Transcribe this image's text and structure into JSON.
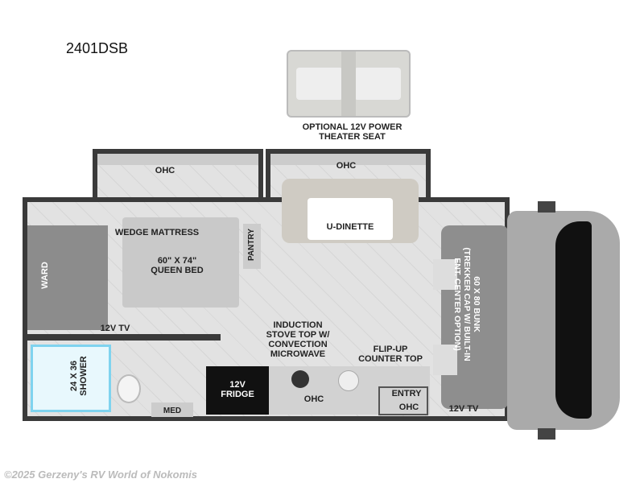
{
  "model": "2401DSB",
  "labels": {
    "optional_seat": "OPTIONAL 12V POWER\nTHEATER SEAT",
    "ohc_bedroom": "OHC",
    "ohc_dinette": "OHC",
    "wedge_mattress": "WEDGE MATTRESS",
    "queen_bed": "60\" X 74\"\nQUEEN BED",
    "pantry": "PANTRY",
    "u_dinette": "U-DINETTE",
    "ward": "WARD",
    "tv_rear": "12V TV",
    "shower": "24 X 36\nSHOWER",
    "med": "MED",
    "fridge": "12V\nFRIDGE",
    "stove": "INDUCTION\nSTOVE TOP W/\nCONVECTION\nMICROWAVE",
    "ohc_kitchen": "OHC",
    "counter": "FLIP-UP\nCOUNTER TOP",
    "entry": "ENTRY",
    "ohc_entry": "OHC",
    "tv_front": "12V TV",
    "bunk": "60 X 80 BUNK\n(TREKKER CAP W/ BUILT-IN\nENT. CENTER OPTION)"
  },
  "copyright": "©2025 Gerzeny's RV World of Nokomis",
  "colors": {
    "wall": "#3a3a3a",
    "floor": "#e2e2e2",
    "cab": "#9a9a9a",
    "shower": "#7fd3ef"
  }
}
